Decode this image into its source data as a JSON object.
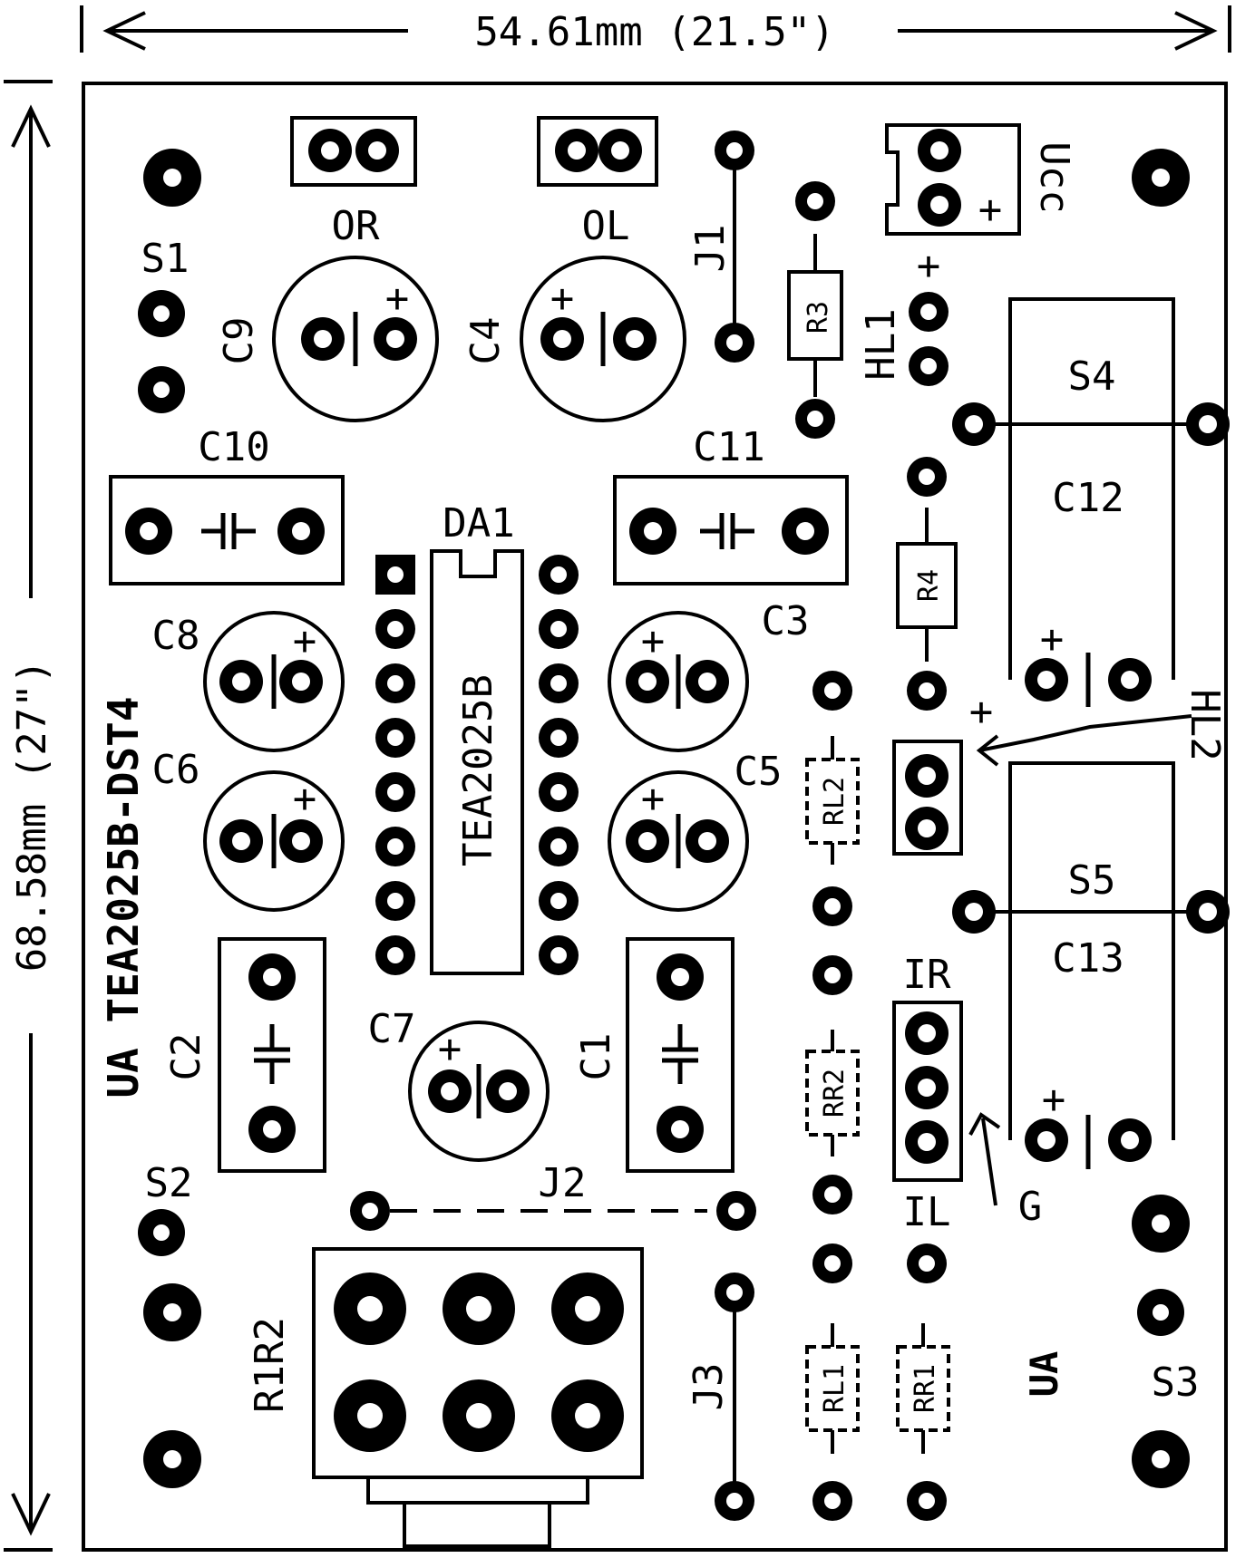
{
  "dimensions": {
    "width_label": "54.61mm (21.5\")",
    "height_label": "68.58mm (27\")"
  },
  "board": {
    "title": "UA TEA2025B-DST4",
    "mark": "UA"
  },
  "labels": {
    "OR": "OR",
    "OL": "OL",
    "J1": "J1",
    "J2": "J2",
    "J3": "J3",
    "S1": "S1",
    "S2": "S2",
    "S3": "S3",
    "S4": "S4",
    "S5": "S5",
    "C1": "C1",
    "C2": "C2",
    "C3": "C3",
    "C4": "C4",
    "C5": "C5",
    "C6": "C6",
    "C7": "C7",
    "C8": "C8",
    "C9": "C9",
    "C10": "C10",
    "C11": "C11",
    "C12": "C12",
    "C13": "C13",
    "R3": "R3",
    "R4": "R4",
    "HL1": "HL1",
    "HL2": "HL2",
    "DA1": "DA1",
    "IC": "TEA2025B",
    "Ucc": "Ucc",
    "IR": "IR",
    "IL": "IL",
    "G": "G",
    "R1R2": "R1R2",
    "RL1": "RL1",
    "RL2": "RL2",
    "RR1": "RR1",
    "RR2": "RR2",
    "plus": "+"
  }
}
